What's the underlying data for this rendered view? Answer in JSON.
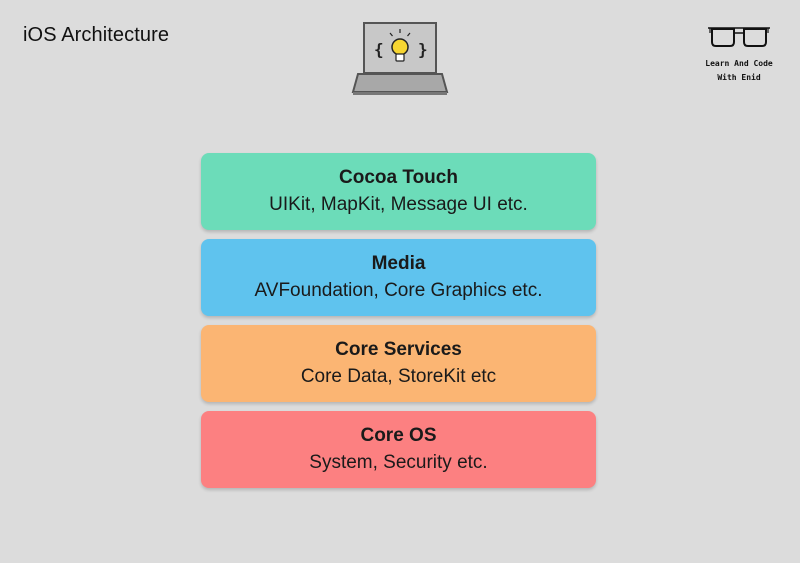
{
  "title": "iOS Architecture",
  "brand": {
    "line1": "Learn And Code",
    "line2": "With Enid",
    "logo_icon": "glasses-icon"
  },
  "laptop": {
    "icon": "laptop-lightbulb-icon",
    "left_brace": "{",
    "right_brace": "}"
  },
  "layers": [
    {
      "name": "Cocoa Touch",
      "desc": "UIKit, MapKit, Message UI etc.",
      "color": "#6cdcb9"
    },
    {
      "name": "Media",
      "desc": "AVFoundation, Core Graphics etc.",
      "color": "#5fc3ee"
    },
    {
      "name": "Core Services",
      "desc": "Core Data, StoreKit etc",
      "color": "#fbb573"
    },
    {
      "name": "Core OS",
      "desc": "System, Security etc.",
      "color": "#fc8081"
    }
  ]
}
